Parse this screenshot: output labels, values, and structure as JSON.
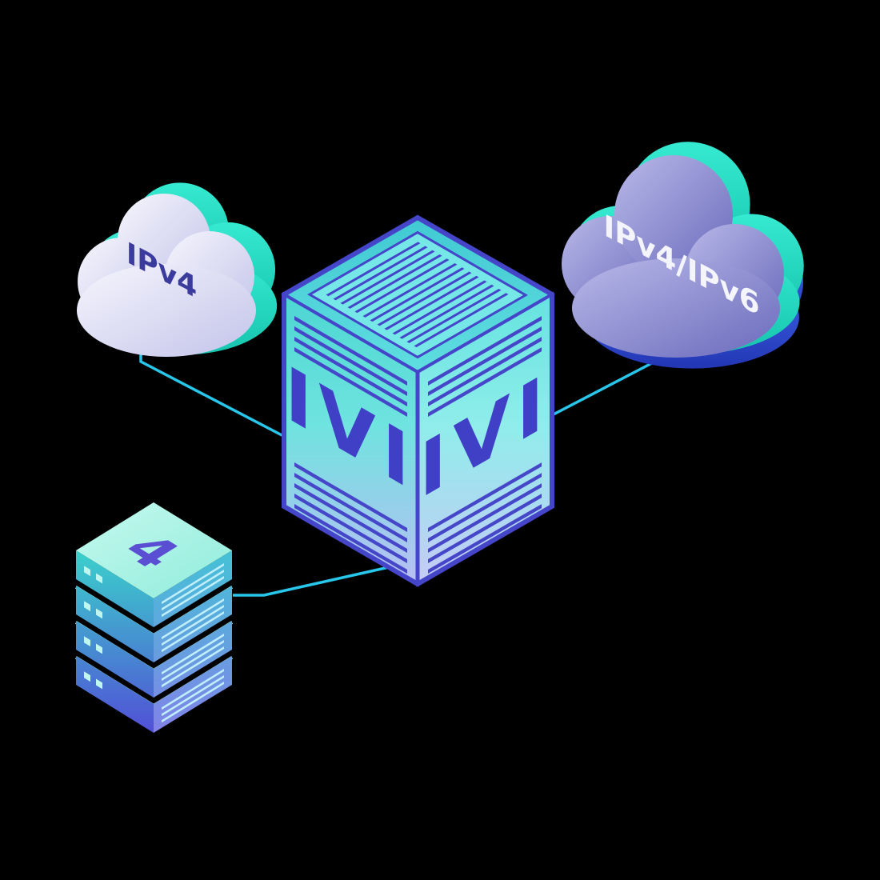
{
  "scene": {
    "background_color": "#000000",
    "connector_color": "#28c6ea",
    "edge_color": "#4545c9",
    "teal_accent": "#2ee3c3",
    "blue_accent": "#2d55e4"
  },
  "clouds": {
    "left": {
      "label": "IPv4"
    },
    "right": {
      "label": "IPv4/IPv6"
    }
  },
  "translator_box": {
    "left_face_label": "IVI",
    "right_face_label": "IVI"
  },
  "server_stack": {
    "top_label": "4",
    "unit_count": 4
  }
}
